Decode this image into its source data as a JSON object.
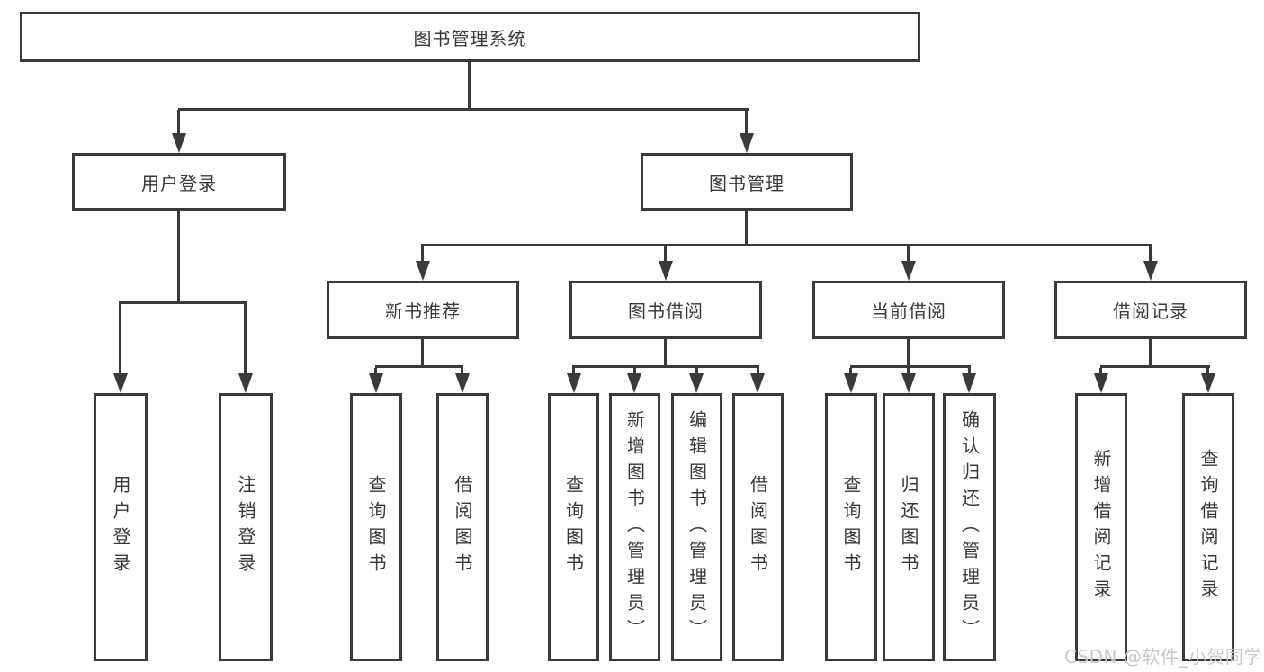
{
  "diagram": {
    "nodes": {
      "root": "图书管理系统",
      "user_login": "用户登录",
      "book_management": "图书管理",
      "new_book_recommendation": "新书推荐",
      "book_borrowing": "图书借阅",
      "current_borrowing": "当前借阅",
      "borrowing_records": "借阅记录",
      "leaf_user_login": "用户登录",
      "leaf_logout": "注销登录",
      "leaf_query_books_recommend": "查询图书",
      "leaf_borrow_books_recommend": "借阅图书",
      "leaf_query_books_borrow": "查询图书",
      "leaf_add_book_admin": "新增图书（管理员）",
      "leaf_edit_book_admin": "编辑图书（管理员）",
      "leaf_borrow_books_borrow": "借阅图书",
      "leaf_query_books_current": "查询图书",
      "leaf_return_books": "归还图书",
      "leaf_confirm_return_admin": "确认归还（管理员）",
      "leaf_add_borrow_record": "新增借阅记录",
      "leaf_query_borrow_record": "查询借阅记录"
    },
    "watermark": "CSDN @软件_小贺同学",
    "colors": {
      "line": "#3a3a3a",
      "text": "#383838",
      "watermark": "#c9c9c9",
      "background": "#ffffff"
    }
  }
}
